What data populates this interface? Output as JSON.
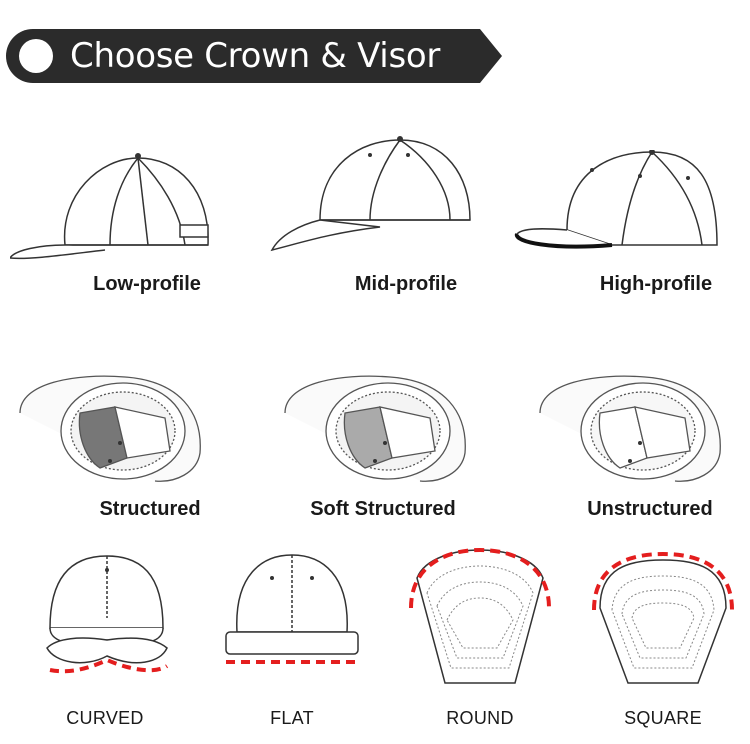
{
  "header": {
    "title": "Choose Crown & Visor"
  },
  "crown_profiles": [
    {
      "label": "Low-profile",
      "icon": "low-profile-cap-icon"
    },
    {
      "label": "Mid-profile",
      "icon": "mid-profile-cap-icon"
    },
    {
      "label": "High-profile",
      "icon": "high-profile-cap-icon"
    }
  ],
  "crown_structures": [
    {
      "label": "Structured",
      "icon": "structured-cap-icon"
    },
    {
      "label": "Soft Structured",
      "icon": "soft-structured-cap-icon"
    },
    {
      "label": "Unstructured",
      "icon": "unstructured-cap-icon"
    }
  ],
  "visor_shapes": [
    {
      "label": "CURVED",
      "icon": "curved-visor-icon"
    },
    {
      "label": "FLAT",
      "icon": "flat-visor-icon"
    },
    {
      "label": "ROUND",
      "icon": "round-visor-icon"
    },
    {
      "label": "SQUARE",
      "icon": "square-visor-icon"
    }
  ],
  "colors": {
    "banner": "#2b2b2b",
    "highlight_dash": "#e41e1e",
    "outline": "#333333"
  }
}
